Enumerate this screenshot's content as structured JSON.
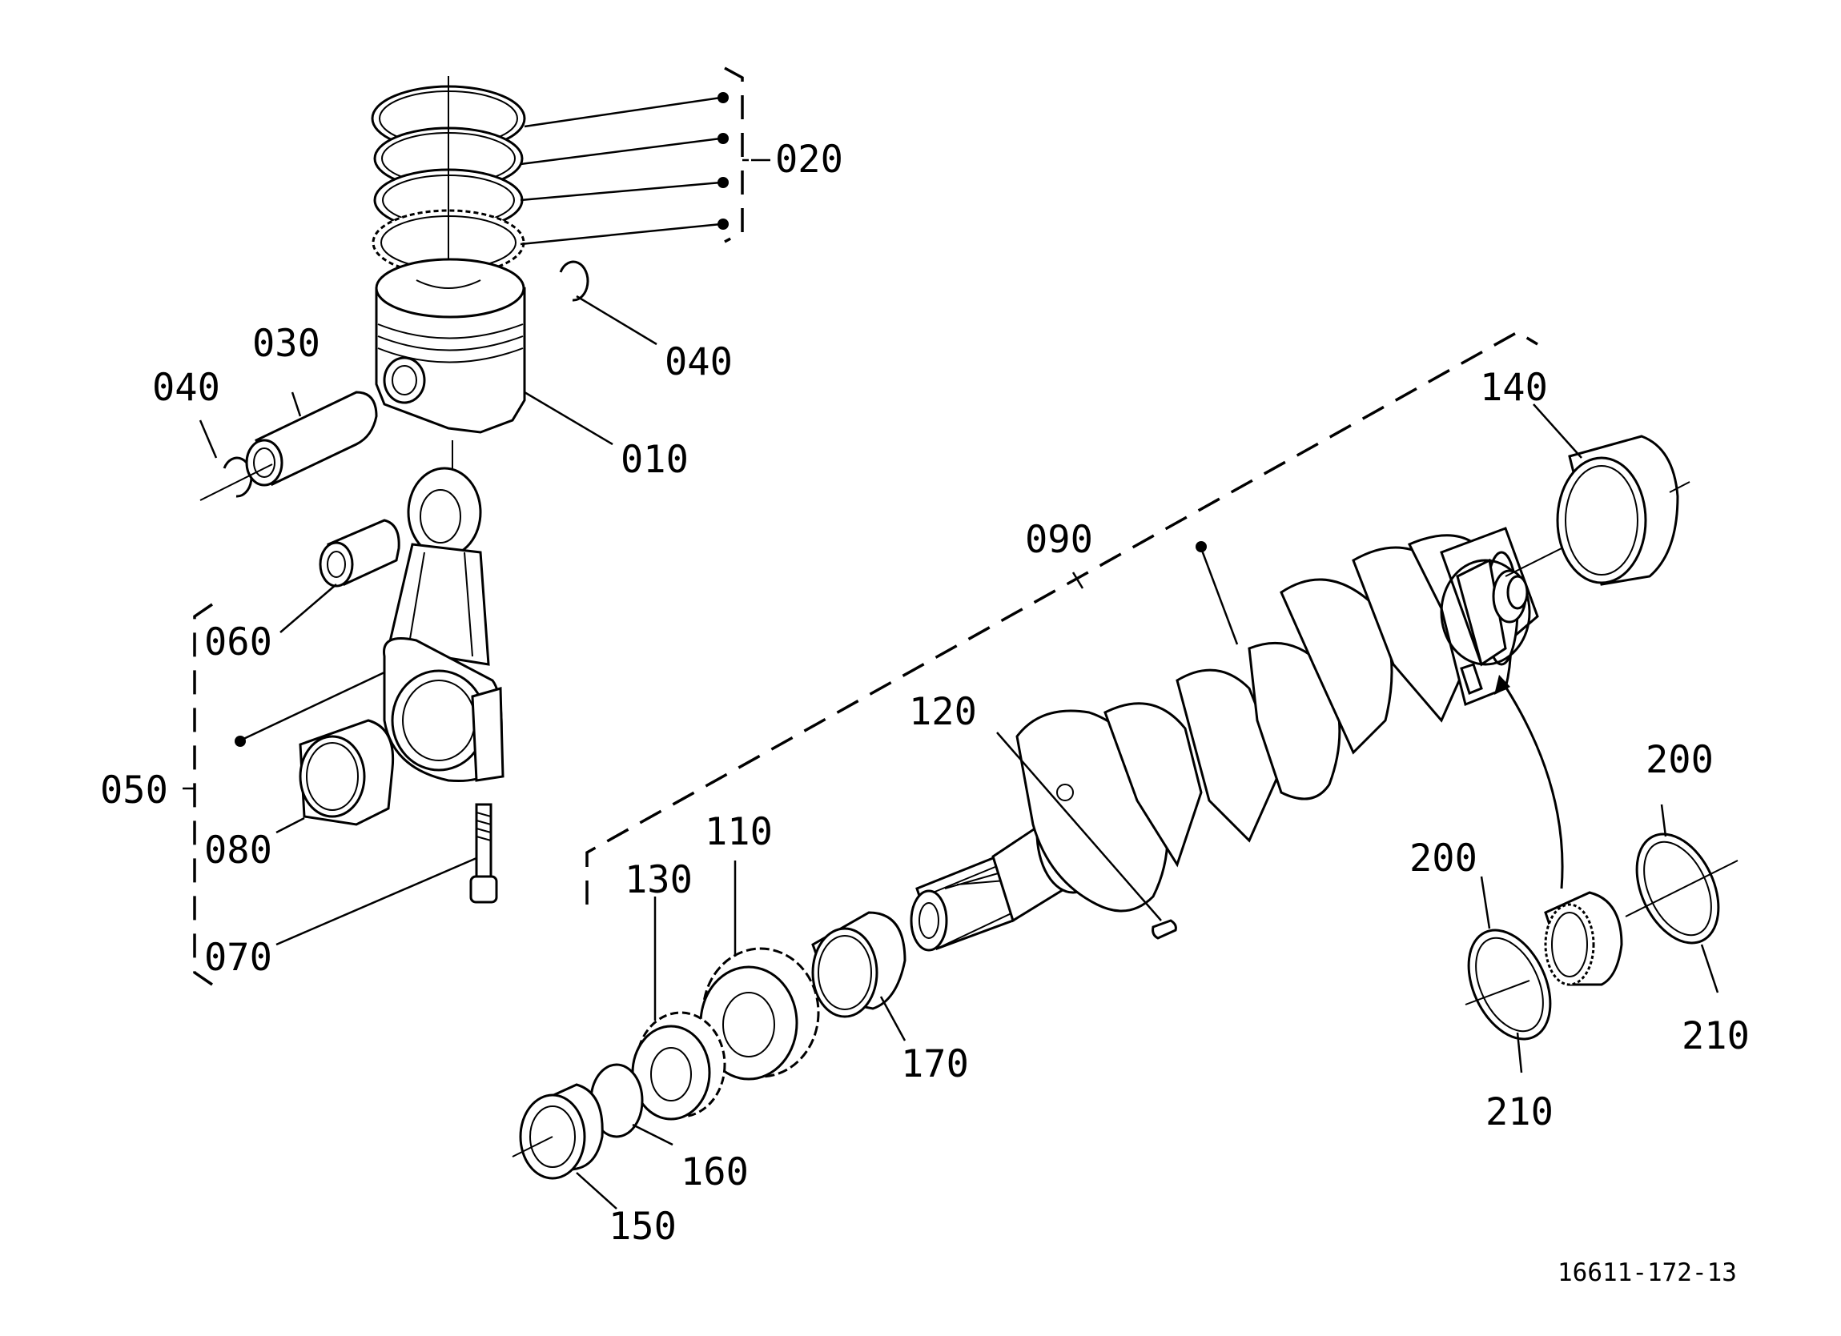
{
  "labels": {
    "p010": "010",
    "p020": "020",
    "p030": "030",
    "p040a": "040",
    "p040b": "040",
    "p050": "050",
    "p060": "060",
    "p070": "070",
    "p080": "080",
    "p090": "090",
    "p110": "110",
    "p120": "120",
    "p130": "130",
    "p140": "140",
    "p150": "150",
    "p160": "160",
    "p170": "170",
    "p200a": "200",
    "p200b": "200",
    "p210a": "210",
    "p210b": "210"
  },
  "reference": "16611-172-13"
}
